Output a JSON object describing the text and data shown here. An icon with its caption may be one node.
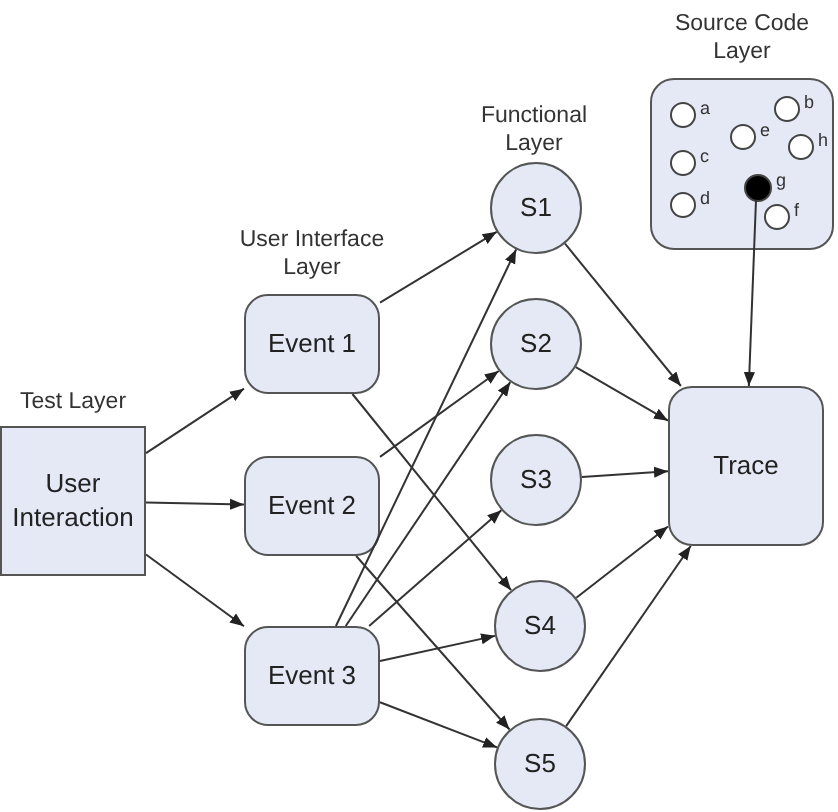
{
  "diagram": {
    "nodes": [
      {
        "text": [
          "Test Layer",
          "User Interaction"
        ]
      },
      {
        "text": [
          "Event 1"
        ]
      },
      {
        "text": [
          "Event 2"
        ]
      },
      {
        "text": [
          "Event 3"
        ]
      },
      {
        "text": [
          "S1"
        ]
      },
      {
        "text": [
          "S2"
        ]
      },
      {
        "text": [
          "S3"
        ]
      },
      {
        "text": [
          "S4"
        ]
      },
      {
        "text": [
          "S5"
        ]
      },
      {
        "text": [
          "Trace"
        ]
      },
      {
        "text": [
          "Source Code Layer"
        ]
      },
      {
        "text": [],
        "shape": "circle",
        "in": 10,
        "beside": [
          "a"
        ]
      },
      {
        "text": [],
        "shape": "circle",
        "in": 10,
        "beside": [
          "b"
        ]
      },
      {
        "text": [],
        "shape": "circle",
        "in": 10,
        "beside": [
          "c"
        ]
      },
      {
        "text": [],
        "shape": "circle",
        "in": 10,
        "beside": [
          "d"
        ]
      },
      {
        "text": [],
        "shape": "circle",
        "in": 10,
        "beside": [
          "e"
        ]
      },
      {
        "text": [],
        "shape": "circle",
        "in": 10,
        "beside": [
          "f"
        ]
      },
      {
        "text": [],
        "shape": "circle",
        "in": 10,
        "beside": [
          "g"
        ]
      },
      {
        "text": [],
        "shape": "circle",
        "in": 10,
        "beside": [
          "h"
        ]
      }
    ],
    "edges": [
      {
        "from": 0,
        "to": 1,
        "arrow": "to"
      },
      {
        "from": 0,
        "to": 2,
        "arrow": "to"
      },
      {
        "from": 0,
        "to": 3,
        "arrow": "to"
      },
      {
        "from": 1,
        "to": 4,
        "arrow": "to"
      },
      {
        "from": 1,
        "to": 7,
        "arrow": "to"
      },
      {
        "from": 2,
        "to": 5,
        "arrow": "to"
      },
      {
        "from": 2,
        "to": 8,
        "arrow": "to"
      },
      {
        "from": 3,
        "to": 4,
        "arrow": "to"
      },
      {
        "from": 3,
        "to": 5,
        "arrow": "to"
      },
      {
        "from": 3,
        "to": 6,
        "arrow": "to"
      },
      {
        "from": 3,
        "to": 7,
        "arrow": "to"
      },
      {
        "from": 3,
        "to": 8,
        "arrow": "to"
      },
      {
        "from": 4,
        "to": 9,
        "arrow": "to"
      },
      {
        "from": 5,
        "to": 9,
        "arrow": "to"
      },
      {
        "from": 6,
        "to": 9,
        "arrow": "to"
      },
      {
        "from": 7,
        "to": 9,
        "arrow": "to"
      },
      {
        "from": 8,
        "to": 9,
        "arrow": "to"
      },
      {
        "from": 17,
        "to": 9,
        "arrow": "to"
      }
    ],
    "labels": [
      "User Interface Layer",
      "Functional Layer"
    ]
  }
}
